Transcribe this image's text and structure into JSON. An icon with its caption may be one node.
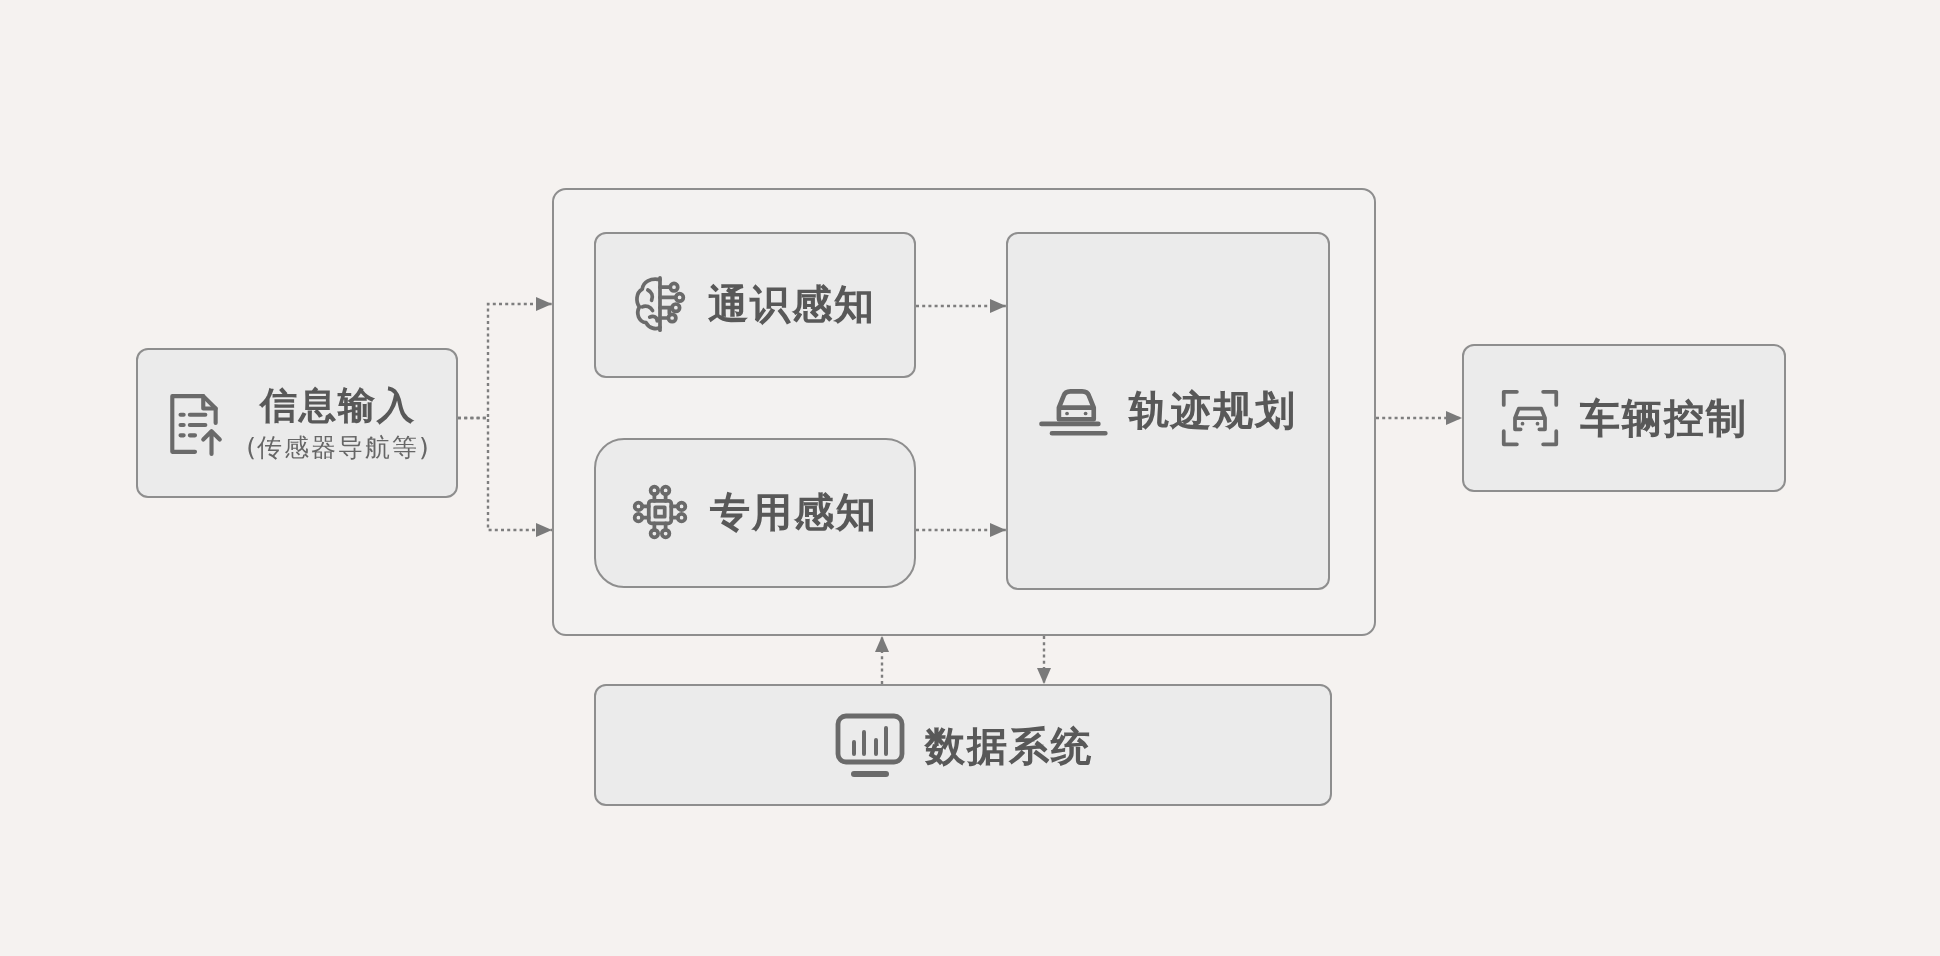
{
  "diagram": {
    "nodes": [
      {
        "text": [],
        "shape": "box"
      },
      {
        "text": [
          "信息输入",
          "(传感器导航等)"
        ]
      },
      {
        "text": [
          "通识感知"
        ],
        "in": 0
      },
      {
        "text": [
          "专用感知"
        ],
        "in": 0
      },
      {
        "text": [
          "轨迹规划"
        ],
        "in": 0
      },
      {
        "text": [
          "车辆控制"
        ]
      },
      {
        "text": [
          "数据系统"
        ]
      }
    ],
    "edges": [
      {
        "from": 1,
        "to": 0,
        "arrow": "to"
      },
      {
        "from": 1,
        "to": 0,
        "arrow": "to"
      },
      {
        "from": 2,
        "to": 4,
        "arrow": "to"
      },
      {
        "from": 3,
        "to": 4,
        "arrow": "to"
      },
      {
        "from": 0,
        "to": 5,
        "arrow": "to"
      },
      {
        "from": 6,
        "to": 0,
        "arrow": "to"
      },
      {
        "from": 0,
        "to": 6,
        "arrow": "to"
      }
    ]
  }
}
